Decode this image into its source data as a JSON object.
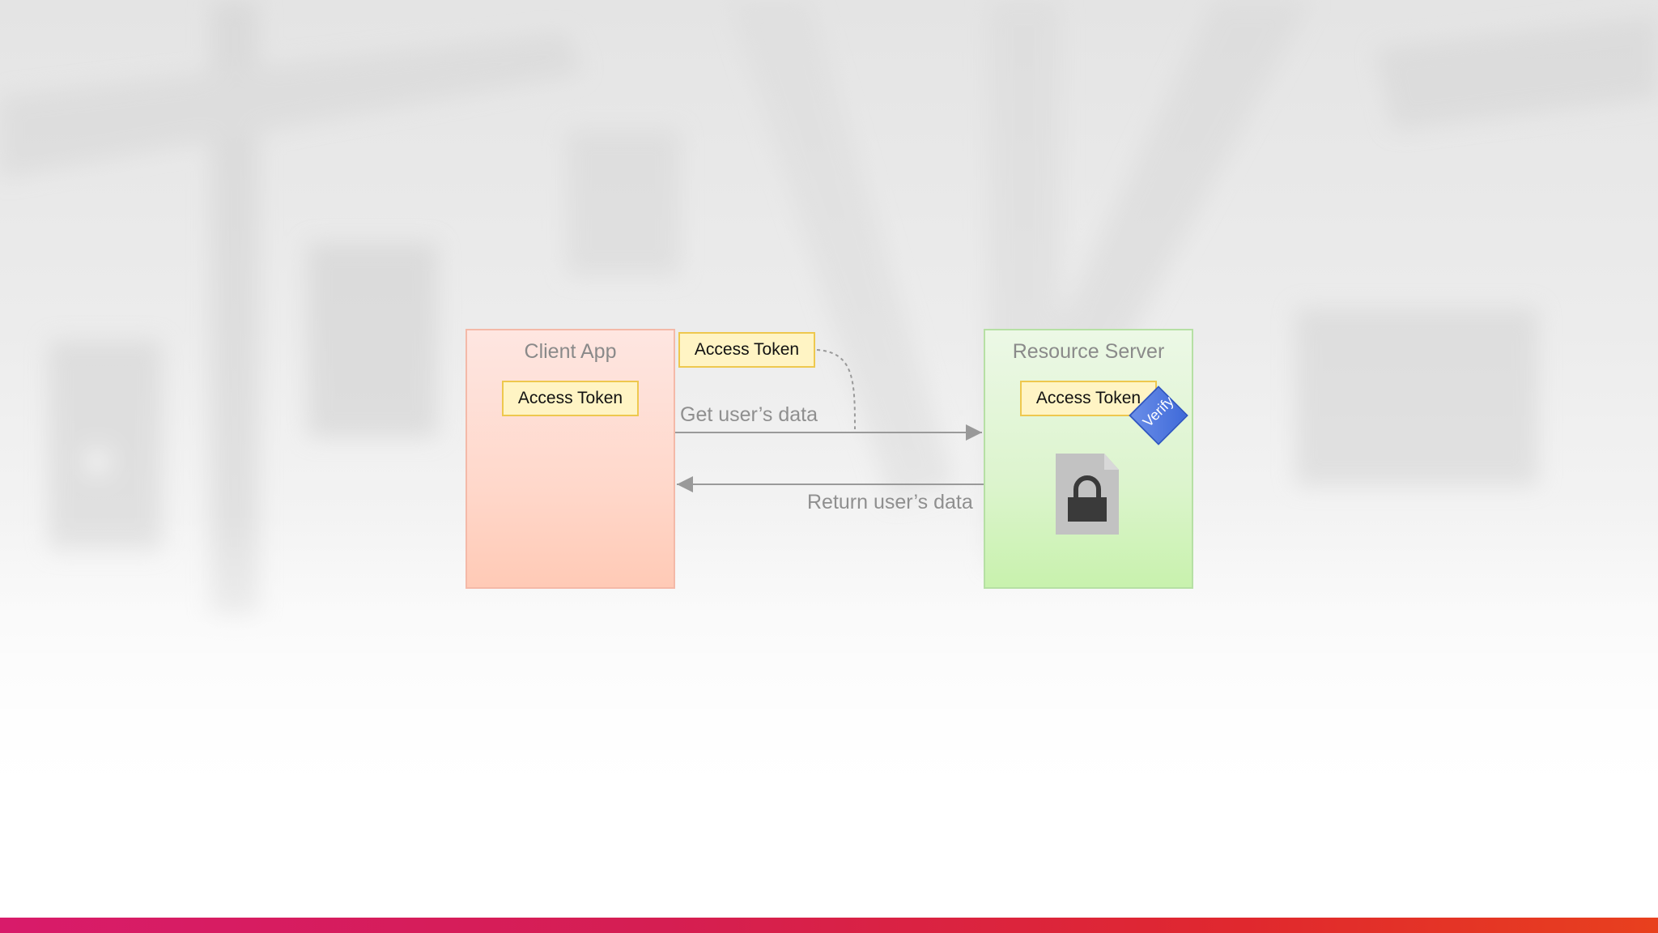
{
  "client": {
    "title": "Client App",
    "token": "Access Token"
  },
  "request": {
    "token": "Access Token",
    "label": "Get user’s data"
  },
  "response": {
    "label": "Return user’s data"
  },
  "server": {
    "title": "Resource Server",
    "token": "Access Token",
    "verify": "Verify"
  },
  "icons": {
    "resource": "lock-document-icon",
    "verify": "verify-badge-icon"
  },
  "colors": {
    "client_border": "#f4b9a8",
    "server_border": "#b6e0a4",
    "token_fill": "#fff4c4",
    "token_border": "#eec84e",
    "verify_fill": "#4f78e0",
    "bottom_bar_start": "#d81b6a",
    "bottom_bar_end": "#e8401e"
  }
}
